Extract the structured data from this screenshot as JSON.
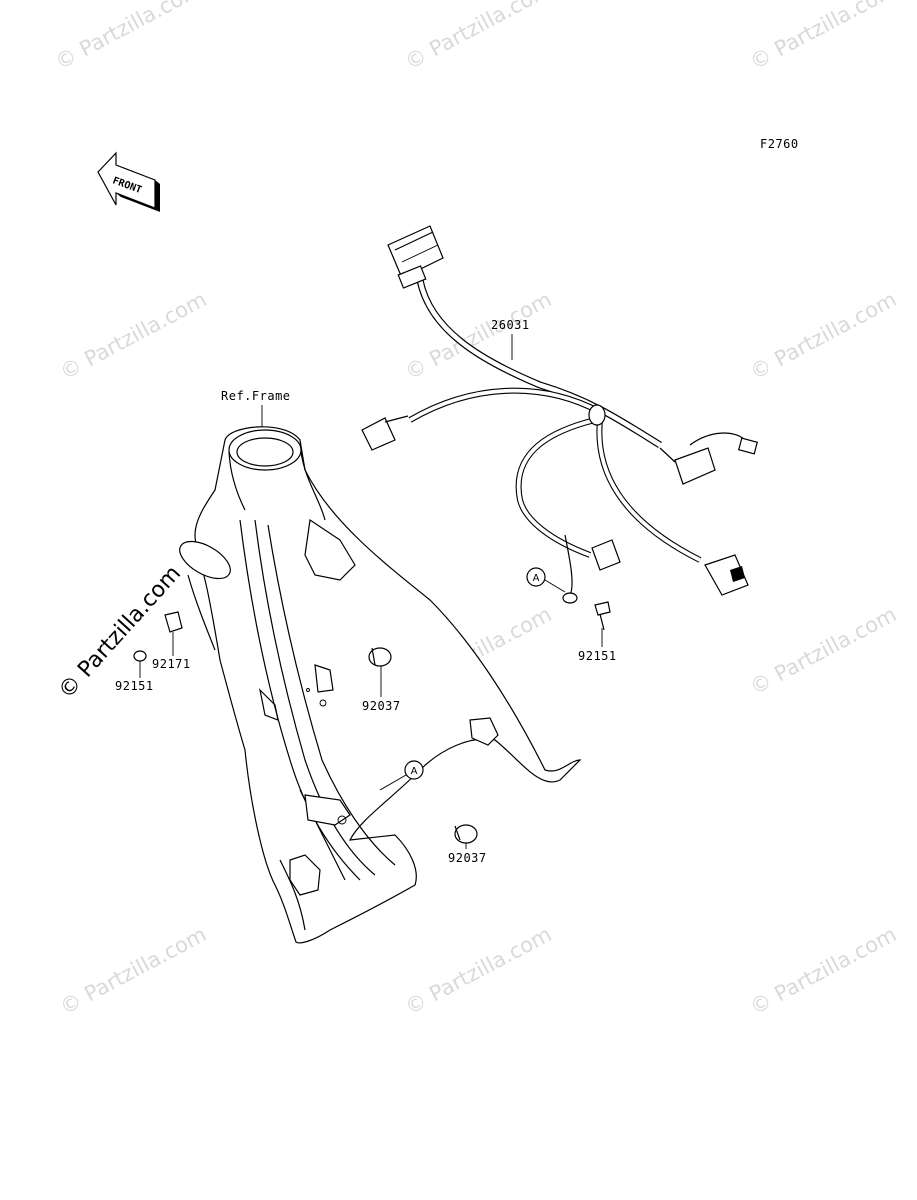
{
  "figure_code": "F2760",
  "front_label": "FRONT",
  "ref_label": "Ref.Frame",
  "watermark": "© Partzilla.com",
  "parts": [
    {
      "id": "harness",
      "number": "26031"
    },
    {
      "id": "bolt-upper",
      "number": "92151"
    },
    {
      "id": "clamp-upper",
      "number": "92037"
    },
    {
      "id": "clamp-lower",
      "number": "92037"
    },
    {
      "id": "bracket-left",
      "number": "92171"
    },
    {
      "id": "bolt-left",
      "number": "92151"
    }
  ],
  "callouts": [
    "A",
    "A"
  ]
}
